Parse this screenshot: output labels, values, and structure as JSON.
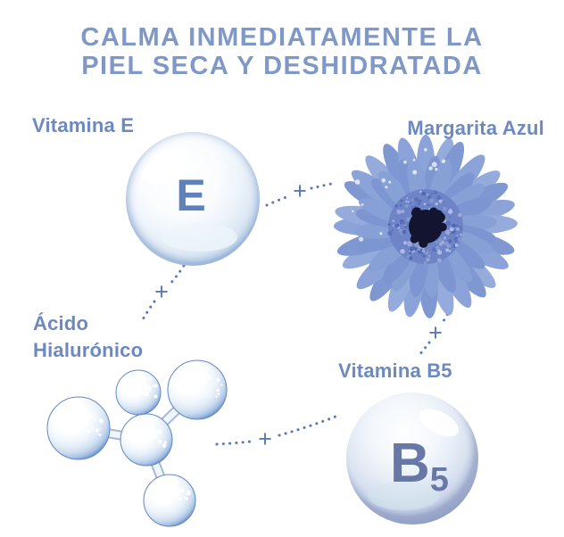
{
  "title": {
    "line1": "CALMA INMEDIATAMENTE LA",
    "line2": "PIEL SECA Y DESHIDRATADA"
  },
  "ingredients": {
    "vitamin_e": {
      "label": "Vitamina E",
      "symbol": "E",
      "icon": "water-bubble-icon"
    },
    "blue_daisy": {
      "label": "Margarita Azul",
      "icon": "blue-daisy-flower-icon"
    },
    "hyaluronic_acid": {
      "label": "Ácido Hialurónico",
      "icon": "molecule-bubbles-icon"
    },
    "vitamin_b5": {
      "label": "Vitamina B5",
      "symbol_main": "B",
      "symbol_sub": "5",
      "icon": "pearl-bubble-icon"
    }
  },
  "connectors": [
    {
      "from": "vitamin-e",
      "to": "blue-daisy",
      "plus": "+"
    },
    {
      "from": "vitamin-e",
      "to": "hyaluronic-acid",
      "plus": "+"
    },
    {
      "from": "blue-daisy",
      "to": "vitamin-b5",
      "plus": "+"
    },
    {
      "from": "hyaluronic-acid",
      "to": "vitamin-b5",
      "plus": "+"
    }
  ],
  "colors": {
    "background": "#ffffff",
    "title_text": "#7e98c7",
    "label_text": "#6d89c2",
    "connector": "#5b79b8",
    "symbol_e": "#5e80bb",
    "symbol_b5": "#6878a6",
    "petal": "#8ba3d8",
    "flower_center": "#131530"
  }
}
